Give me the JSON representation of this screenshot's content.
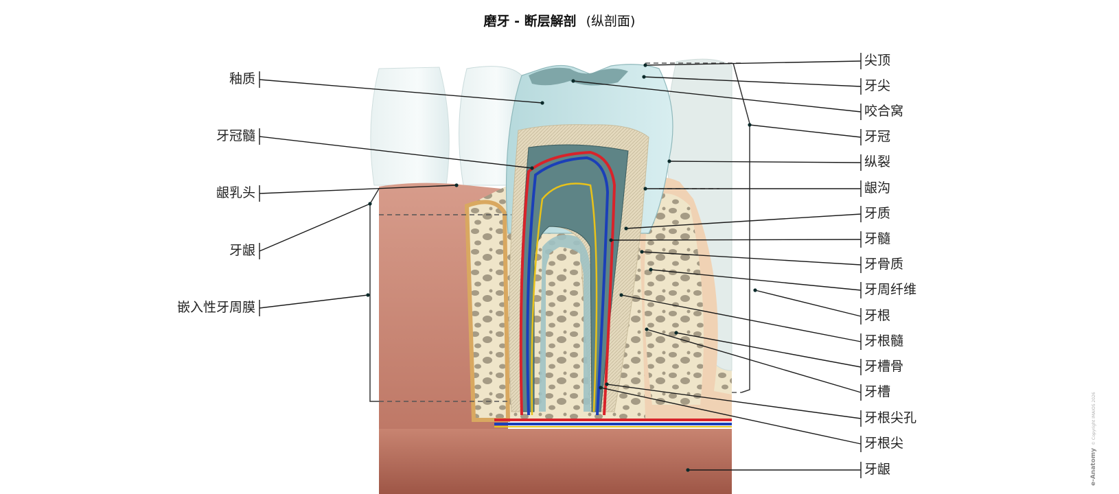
{
  "title": {
    "main": "磨牙 - 断层解剖",
    "sub": "(纵剖面)"
  },
  "labels_left": [
    {
      "id": "enamel",
      "text": "釉质"
    },
    {
      "id": "pulp-crown",
      "text": "牙冠髓"
    },
    {
      "id": "gingival-papilla",
      "text": "龈乳头"
    },
    {
      "id": "gingiva-left",
      "text": "牙龈"
    },
    {
      "id": "embedded-pdl",
      "text": "嵌入性牙周膜"
    }
  ],
  "labels_right": [
    {
      "id": "cusp-tip",
      "text": "尖顶"
    },
    {
      "id": "cusp",
      "text": "牙尖"
    },
    {
      "id": "occlusal-fossa",
      "text": "咬合窝"
    },
    {
      "id": "crown",
      "text": "牙冠"
    },
    {
      "id": "fissure",
      "text": "纵裂"
    },
    {
      "id": "gingival-sulcus",
      "text": "龈沟"
    },
    {
      "id": "dentin",
      "text": "牙质"
    },
    {
      "id": "pulp",
      "text": "牙髓"
    },
    {
      "id": "cementum",
      "text": "牙骨质"
    },
    {
      "id": "periodontal-fibers",
      "text": "牙周纤维"
    },
    {
      "id": "root",
      "text": "牙根"
    },
    {
      "id": "root-pulp",
      "text": "牙根髓"
    },
    {
      "id": "alveolar-bone",
      "text": "牙槽骨"
    },
    {
      "id": "alveolus",
      "text": "牙槽"
    },
    {
      "id": "apical-foramen",
      "text": "牙根尖孔"
    },
    {
      "id": "apex",
      "text": "牙根尖"
    },
    {
      "id": "gingiva-right",
      "text": "牙龈"
    }
  ],
  "credit": {
    "brand": "e-Anatomy",
    "copyright": "© Copyright IMAIOS 2026"
  },
  "colors": {
    "enamel": "#cfe8ea",
    "gum": "#c98876",
    "gum_dark": "#a8604f",
    "bone": "#efe4c6",
    "bone_spot": "#a49a84",
    "dentin": "#e6dcc0",
    "pulp": "#5f8588",
    "artery": "#d8232a",
    "vein": "#1b3fb8",
    "nerve": "#e8c21a",
    "leader": "#1a1a1a"
  }
}
